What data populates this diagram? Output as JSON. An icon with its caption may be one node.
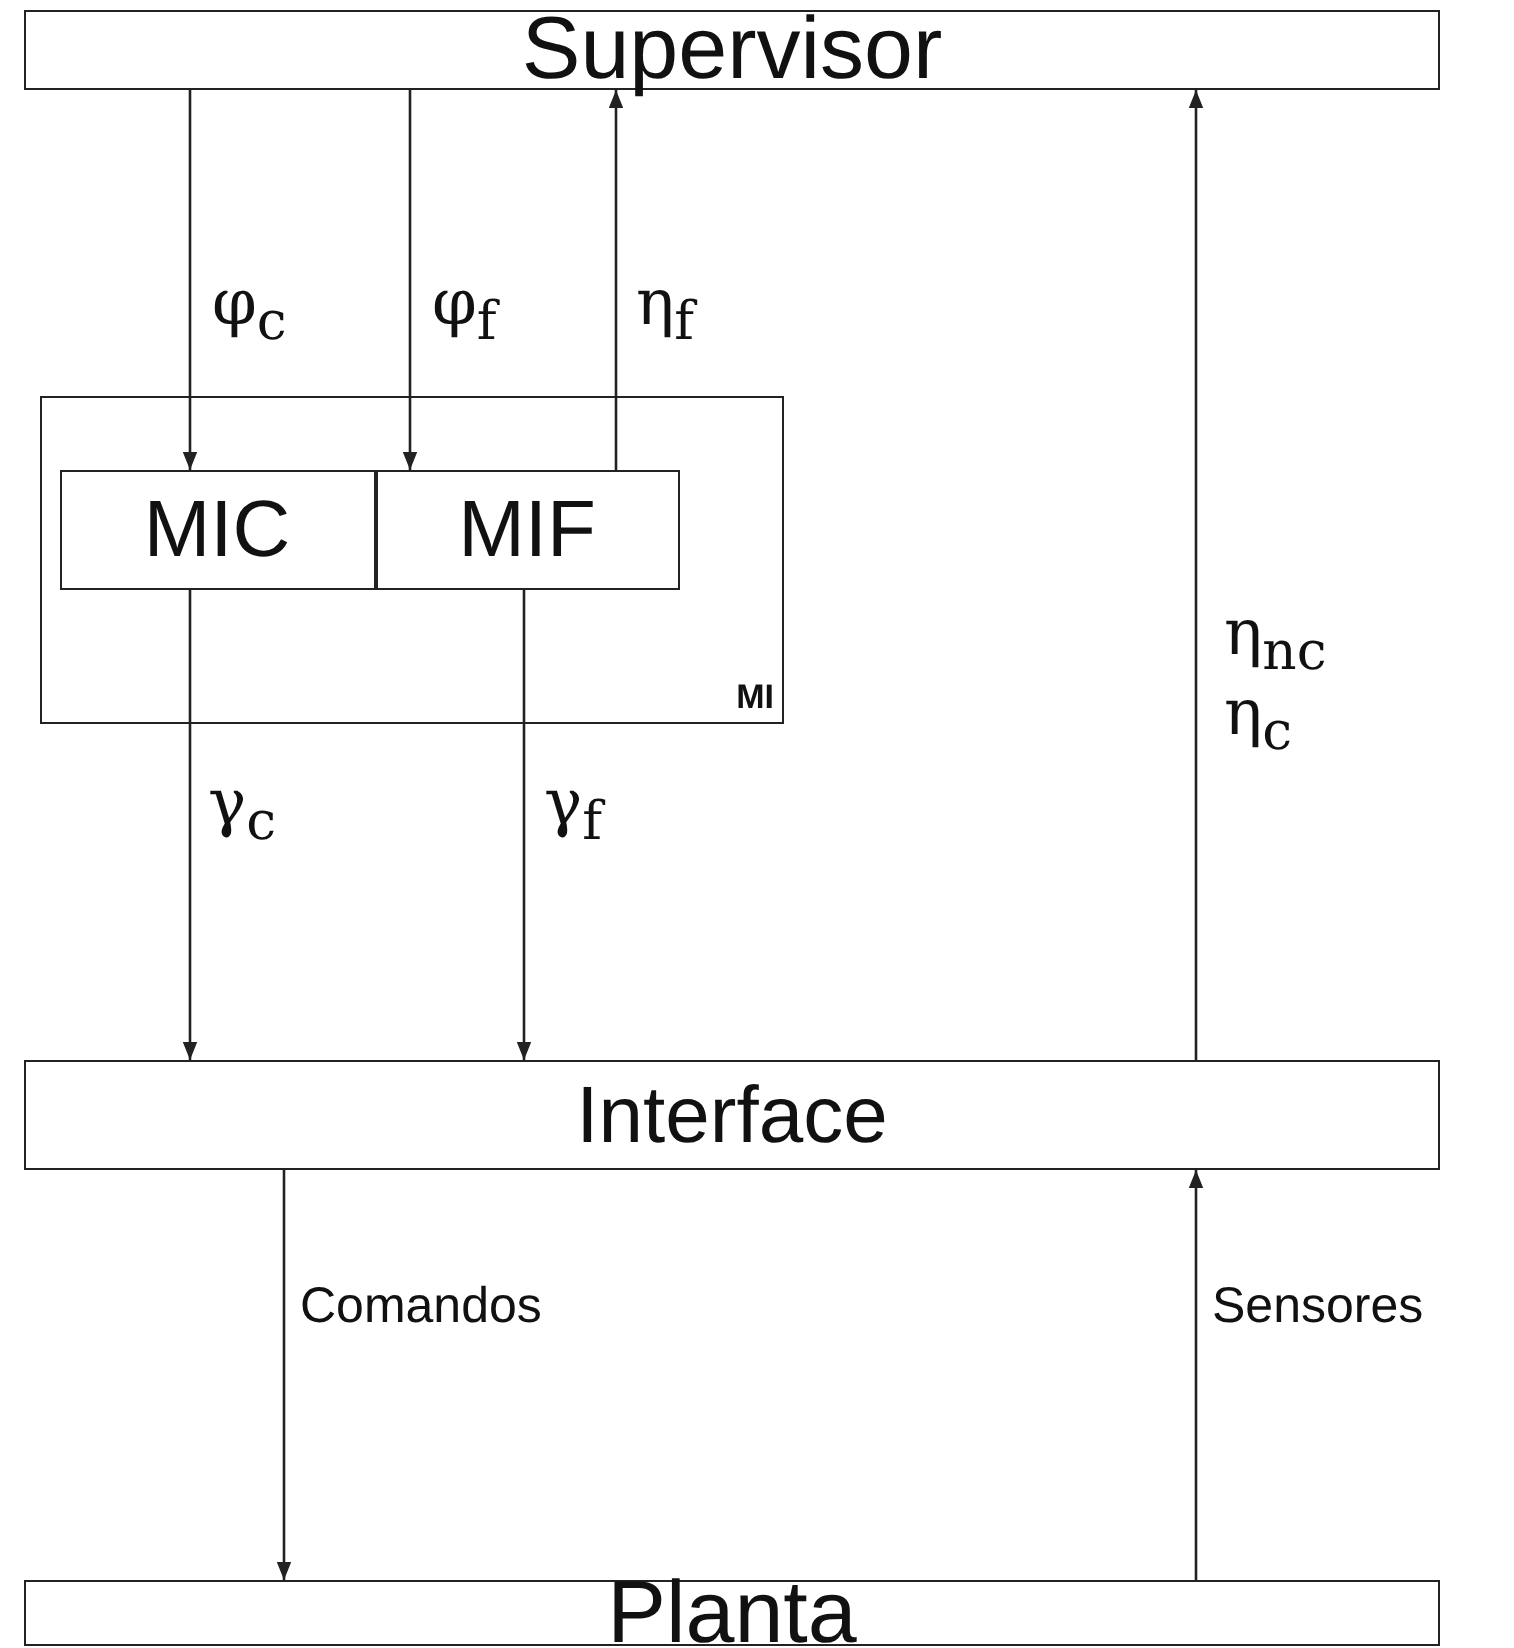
{
  "diagram": {
    "nodes": [
      {
        "text": [
          "Supervisor"
        ]
      },
      {
        "text": [
          "MI"
        ]
      },
      {
        "text": [
          "MIC"
        ],
        "in": 1
      },
      {
        "text": [
          "MIF"
        ],
        "in": 1
      },
      {
        "text": [
          "Interface"
        ]
      },
      {
        "text": [
          "Planta"
        ]
      }
    ],
    "edges": [
      {
        "from": 0,
        "to": 2,
        "arrow": "to",
        "label": "φ$_{c}$"
      },
      {
        "from": 0,
        "to": 3,
        "arrow": "to",
        "label": "φ$_{f}$"
      },
      {
        "from": 3,
        "to": 0,
        "arrow": "to",
        "label": "η$_{f}$"
      },
      {
        "from": 2,
        "to": 4,
        "arrow": "to",
        "label": "γ$_{c}$"
      },
      {
        "from": 3,
        "to": 4,
        "arrow": "to",
        "label": "γ$_{f}$"
      },
      {
        "from": 4,
        "to": 0,
        "arrow": "to",
        "label": "η$_{nc}$ η$_{c}$"
      },
      {
        "from": 4,
        "to": 5,
        "arrow": "to",
        "label": "Comandos"
      },
      {
        "from": 5,
        "to": 4,
        "arrow": "to",
        "label": "Sensores"
      }
    ]
  }
}
